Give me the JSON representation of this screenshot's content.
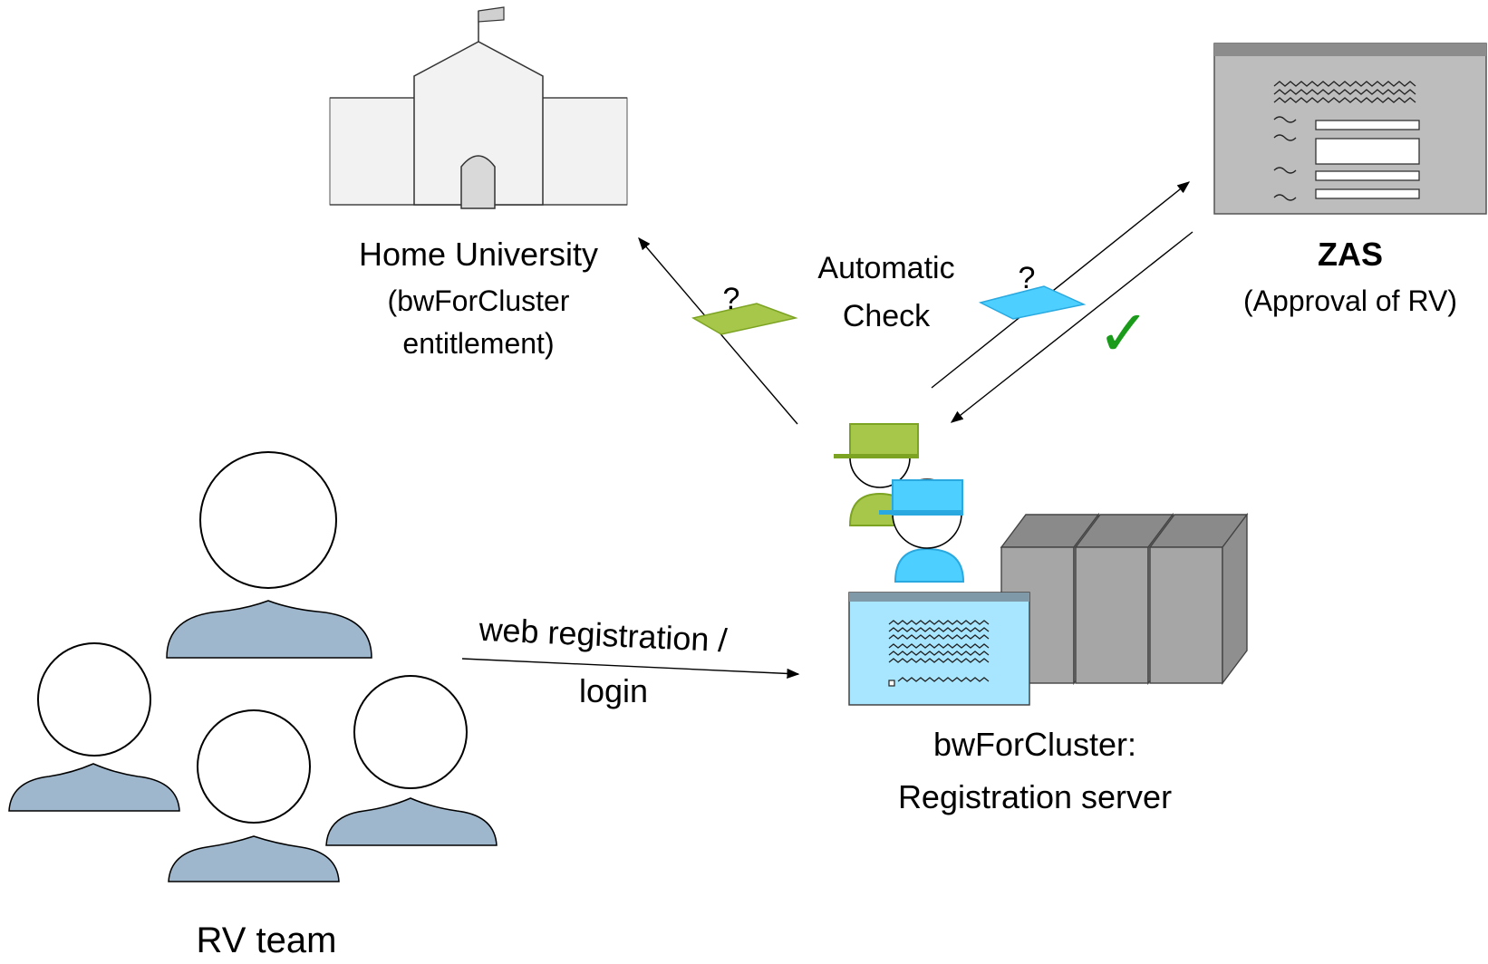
{
  "home": {
    "title": "Home University",
    "line1": "(bwForCluster",
    "line2": "entitlement)"
  },
  "zas": {
    "title": "ZAS",
    "subtitle": "(Approval of RV)"
  },
  "check": {
    "line1": "Automatic",
    "line2": "Check",
    "q_left": "?",
    "q_right": "?",
    "ok": "✓"
  },
  "web": {
    "line1": "web registration /",
    "line2": "login"
  },
  "server": {
    "line1": "bwForCluster:",
    "line2": "Registration server"
  },
  "team": {
    "label": "RV team"
  },
  "colors": {
    "green": "#a6c74a",
    "green_dark": "#7ca322",
    "blue": "#4dd0ff",
    "blue_dark": "#29a9e0",
    "person_fill": "#9fb7cc",
    "server_gray": "#a6a6a6",
    "screen_blue": "#a8e6ff",
    "check_green": "#1a9c1a"
  }
}
